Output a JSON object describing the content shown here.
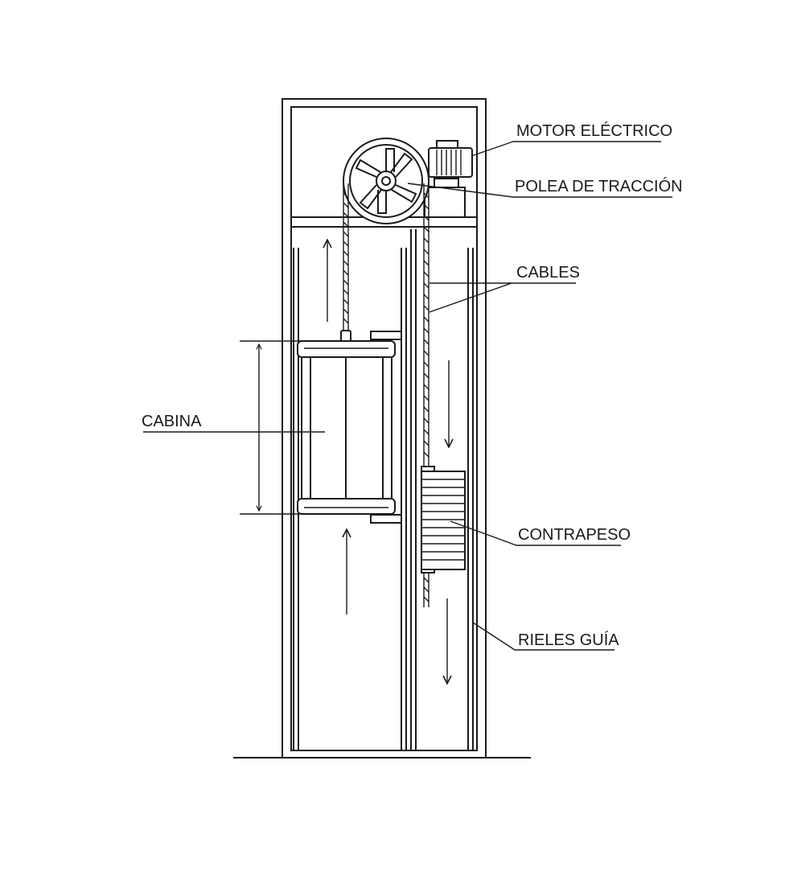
{
  "colors": {
    "ink": "#1a1a1a",
    "background": "#ffffff"
  },
  "labels": {
    "motor": "MOTOR ELÉCTRICO",
    "polea": "POLEA DE TRACCIÓN",
    "cables": "CABLES",
    "cabina": "CABINA",
    "contrapeso": "CONTRAPESO",
    "rieles": "RIELES GUÍA"
  }
}
